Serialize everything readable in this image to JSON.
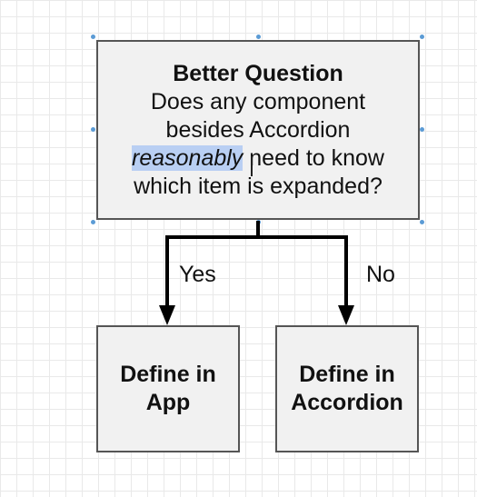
{
  "question": {
    "title": "Better Question",
    "line1": "Does any component",
    "line2": "besides Accordion",
    "line3_highlight": "reasonably",
    "line3_rest": " need to know",
    "line4": "which item is expanded?"
  },
  "branches": {
    "yes": {
      "label": "Yes",
      "result_line1": "Define in",
      "result_line2": "App"
    },
    "no": {
      "label": "No",
      "result_line1": "Define in",
      "result_line2": "Accordion"
    }
  },
  "colors": {
    "node_fill": "#f1f1f1",
    "node_border": "#555555",
    "edge": "#000000",
    "selection_handle": "#5b9bd5",
    "text_highlight": "#b9cff3"
  }
}
